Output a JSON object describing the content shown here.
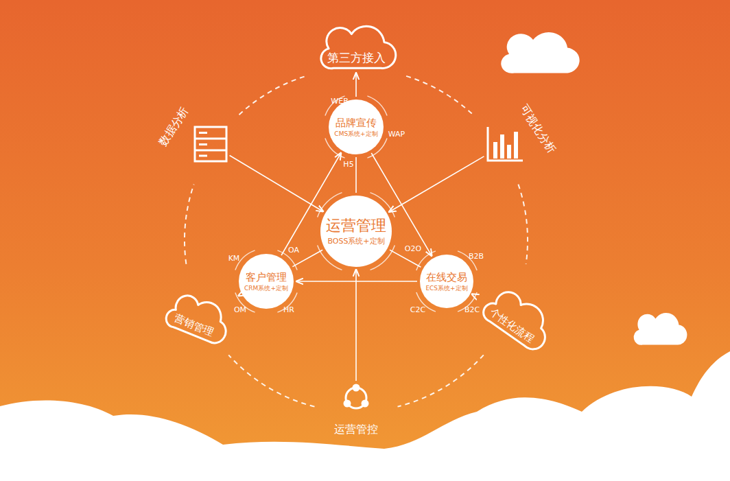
{
  "diagram": {
    "nodes": [
      {
        "text": [
          "第三方接入"
        ]
      },
      {
        "text": [
          "数据分析"
        ]
      },
      {
        "text": [
          "品牌宣传",
          "CMS系统+定制"
        ]
      },
      {
        "text": [
          "可视化分析"
        ]
      },
      {
        "text": [
          "运营管理",
          "BOSS系统+定制"
        ]
      },
      {
        "text": [
          "客户管理",
          "CRM系统+定制"
        ]
      },
      {
        "text": [
          "在线交易",
          "ECS系统+定制"
        ]
      },
      {
        "text": [
          "营销管理"
        ]
      },
      {
        "text": [
          "个性化流程"
        ]
      },
      {
        "text": [
          "运营管控"
        ]
      }
    ],
    "edges": [
      {
        "from": 2,
        "to": 0,
        "arrow": "to"
      },
      {
        "from": 4,
        "to": 2,
        "arrow": "none"
      },
      {
        "from": 5,
        "to": 2,
        "arrow": "to"
      },
      {
        "from": 2,
        "to": 6,
        "arrow": "to"
      },
      {
        "from": 6,
        "to": 5,
        "arrow": "to"
      },
      {
        "from": 1,
        "to": 4,
        "arrow": "to"
      },
      {
        "from": 3,
        "to": 4,
        "arrow": "to"
      },
      {
        "from": 4,
        "to": 5,
        "arrow": "none"
      },
      {
        "from": 4,
        "to": 6,
        "arrow": "none"
      },
      {
        "from": 9,
        "to": 4,
        "arrow": "to"
      },
      {
        "from": 5,
        "to": 7,
        "arrow": "to"
      },
      {
        "from": 6,
        "to": 8,
        "arrow": "to"
      }
    ],
    "labels": [
      "WEB",
      "WAP",
      "H5",
      "KM",
      "OA",
      "OM",
      "HR",
      "O2O",
      "B2B",
      "C2C",
      "B2C"
    ]
  }
}
